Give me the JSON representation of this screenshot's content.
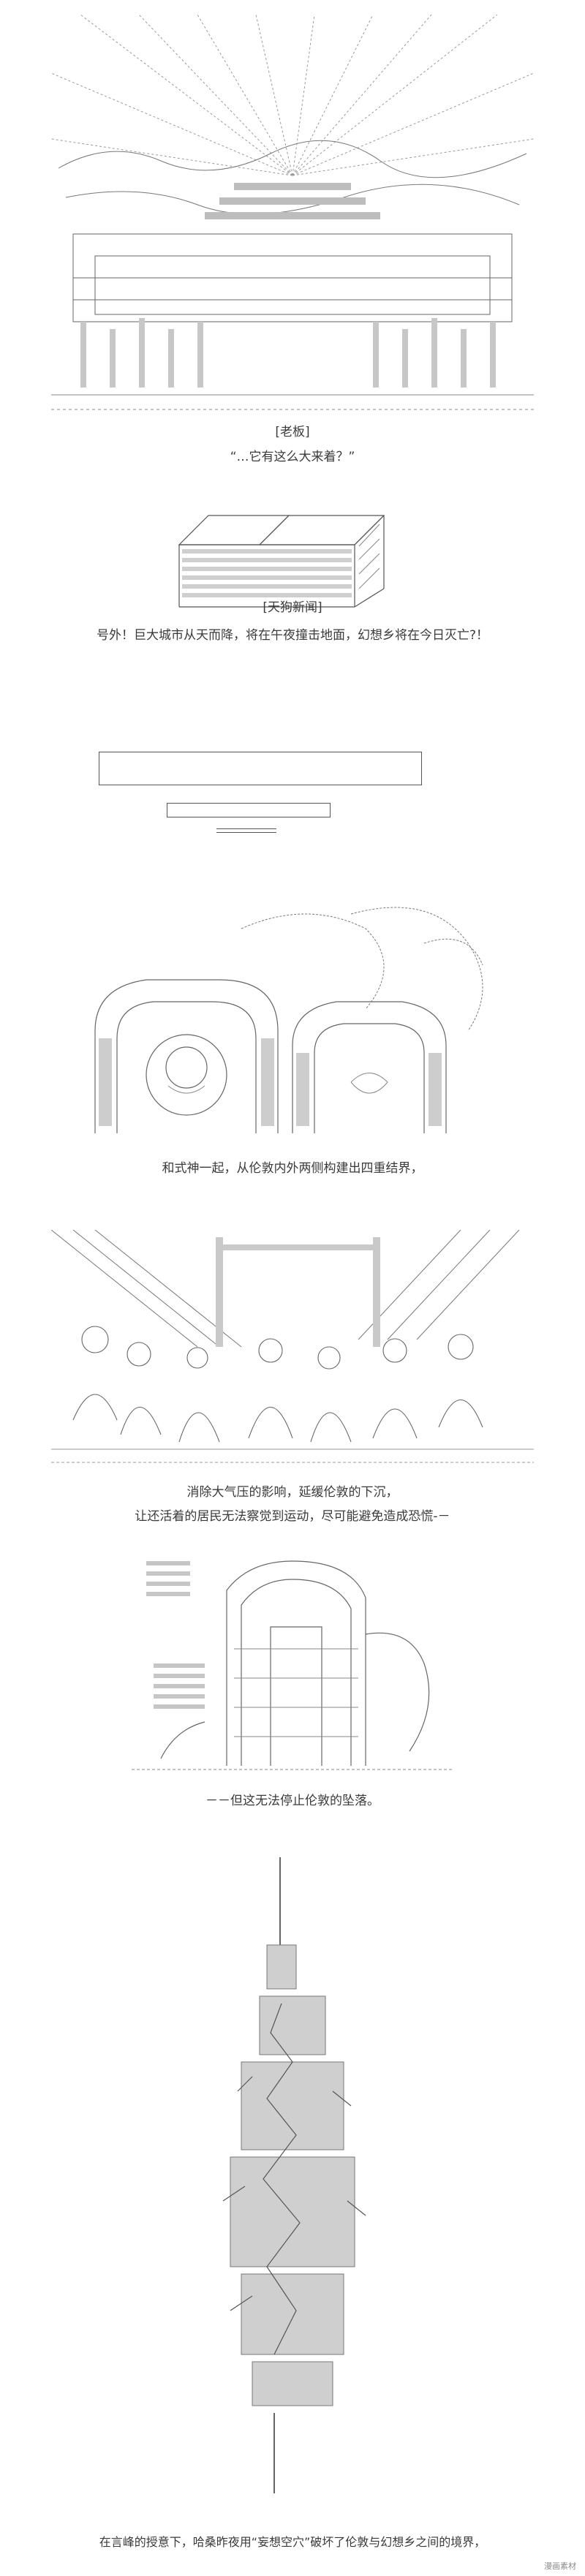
{
  "captions": {
    "speaker_boss": "[老板]",
    "boss_line": "“…它有这么大来着？”",
    "speaker_news": "[天狗新闻]",
    "news_line": "号外！巨大城市从天而降，将在午夜撞击地面，幻想乡将在今日灭亡?！",
    "kamijo_line": "和式神一起，从伦敦内外两侧构建出四重结界，",
    "pressure_line": "消除大气压的影响，延缓伦敦的下沉，",
    "residents_line": "让还活着的居民无法察觉到运动，尽可能避免造成恐慌-－",
    "stop_line": "－－但这无法停止伦敦的坠落。",
    "final_line": "在言峰的授意下，哈桑昨夜用“妄想空穴”破坏了伦敦与幻想乡之间的境界，"
  },
  "watermark": "漫画素材"
}
